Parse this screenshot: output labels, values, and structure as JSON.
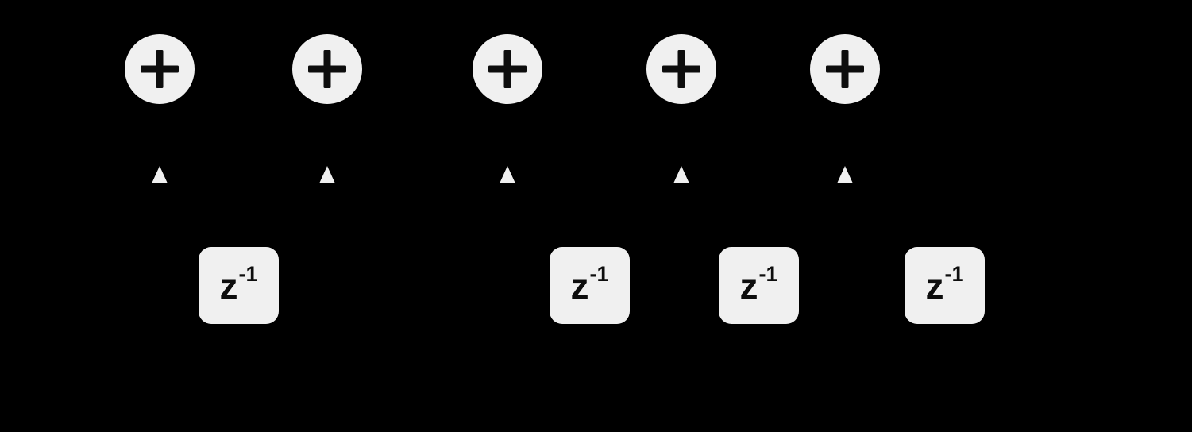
{
  "canvas": {
    "background": "#000000",
    "node_fill": "#f0f0f0",
    "ink_color": "#0d0d0d"
  },
  "diagram": {
    "adders": [
      {
        "symbol": "+"
      },
      {
        "symbol": "+"
      },
      {
        "symbol": "+"
      },
      {
        "symbol": "+"
      },
      {
        "symbol": "+"
      }
    ],
    "gain_taps": [
      {
        "icon": "triangle-up-icon"
      },
      {
        "icon": "triangle-up-icon"
      },
      {
        "icon": "triangle-up-icon"
      },
      {
        "icon": "triangle-up-icon"
      },
      {
        "icon": "triangle-up-icon"
      }
    ],
    "delays": [
      {
        "base": "z",
        "exponent": "-1"
      },
      {
        "base": "z",
        "exponent": "-1"
      },
      {
        "base": "z",
        "exponent": "-1"
      },
      {
        "base": "z",
        "exponent": "-1"
      }
    ]
  }
}
